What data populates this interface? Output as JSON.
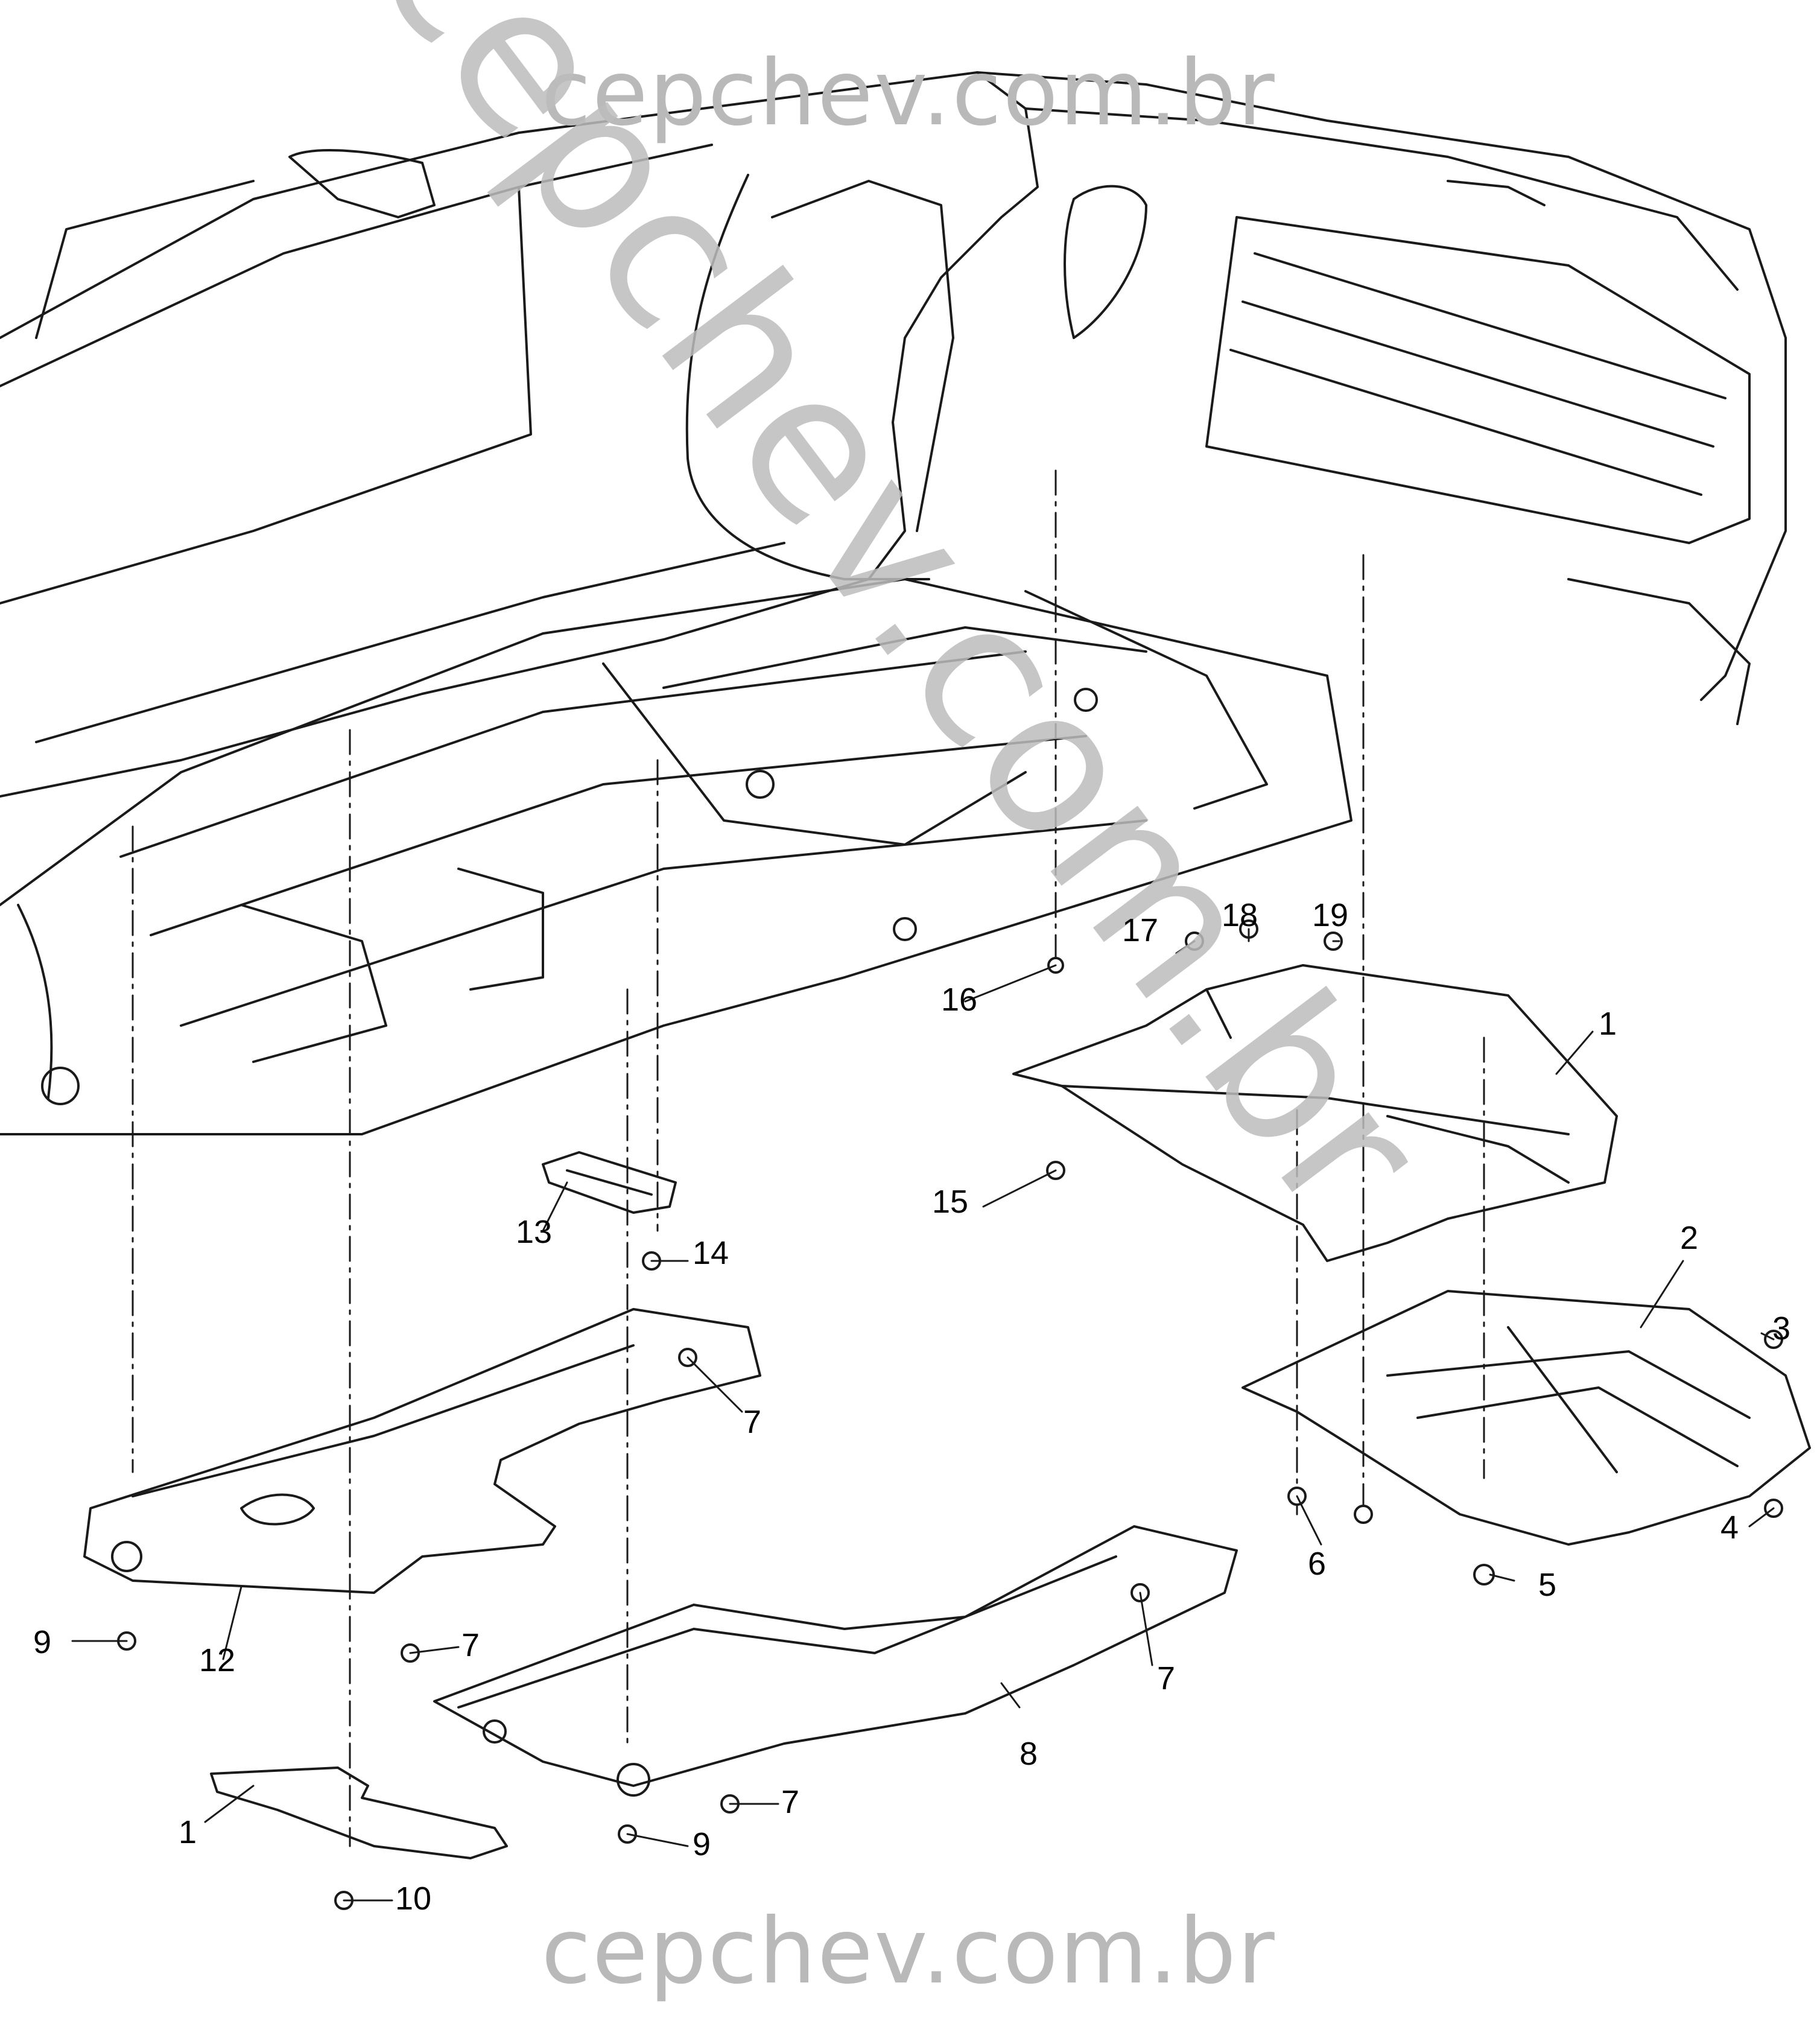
{
  "watermark": {
    "top": "cepchev.com.br",
    "bottom": "cepchev.com.br",
    "diagonal": "cepchev.com.br"
  },
  "callouts": {
    "c1a": "1",
    "c1b": "1",
    "c2": "2",
    "c3": "3",
    "c4": "4",
    "c5": "5",
    "c6": "6",
    "c7a": "7",
    "c7b": "7",
    "c7c": "7",
    "c7d": "7",
    "c8": "8",
    "c9a": "9",
    "c9b": "9",
    "c10": "10",
    "c12": "12",
    "c13": "13",
    "c14": "14",
    "c15": "15",
    "c16": "16",
    "c17": "17",
    "c18": "18",
    "c19": "19"
  },
  "colors": {
    "line": "#1a1a1a",
    "watermark": "#b9b9b9",
    "background": "#ffffff"
  }
}
